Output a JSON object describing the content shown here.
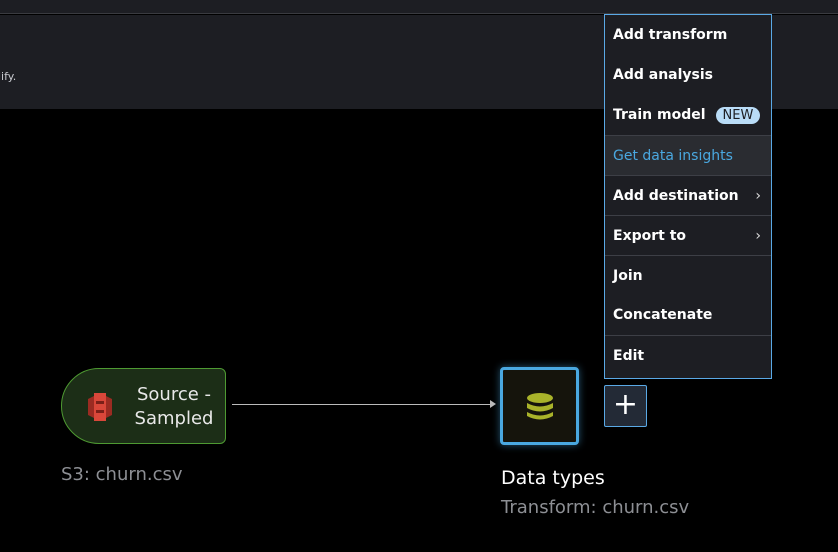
{
  "header": {
    "panel_text": "lify."
  },
  "menu": {
    "items": [
      {
        "label": "Add transform"
      },
      {
        "label": "Add analysis"
      },
      {
        "label": "Train model",
        "badge": "NEW"
      },
      {
        "label": "Get data insights"
      },
      {
        "label": "Add destination"
      },
      {
        "label": "Export to"
      },
      {
        "label": "Join"
      },
      {
        "label": "Concatenate"
      },
      {
        "label": "Edit"
      }
    ]
  },
  "flow": {
    "source": {
      "label": "Source - Sampled",
      "caption": "S3: churn.csv"
    },
    "transform": {
      "label": "Data types",
      "caption": "Transform: churn.csv"
    },
    "add_icon": "plus-icon"
  },
  "colors": {
    "accent": "#4aa8e0",
    "source_border": "#4e9a32",
    "s3_red": "#d9473a",
    "db_yellow": "#a9b32a"
  }
}
